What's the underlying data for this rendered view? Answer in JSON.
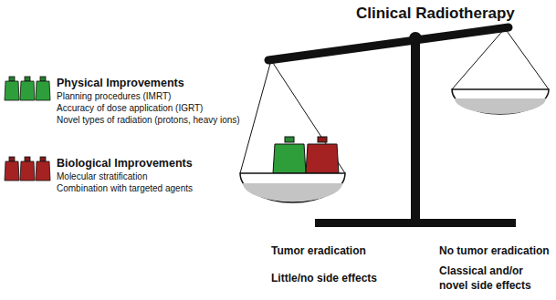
{
  "diagram": {
    "title": "Clinical Radiotherapy",
    "labels": [
      "Planning procedures (IMRT)",
      "Accuracy of dose application (IGRT)",
      "Novel types of radiation (protons, heavy ions)",
      "Molecular stratification",
      "Combination with targeted agents",
      "Tumor eradication",
      "Little/no side effects",
      "No tumor eradication",
      "Classical and/or novel side effects"
    ],
    "legend": [
      {
        "text": "Physical Improvements",
        "color": "#2e9e3a"
      },
      {
        "text": "Biological Improvements",
        "color": "#a52222"
      }
    ]
  }
}
